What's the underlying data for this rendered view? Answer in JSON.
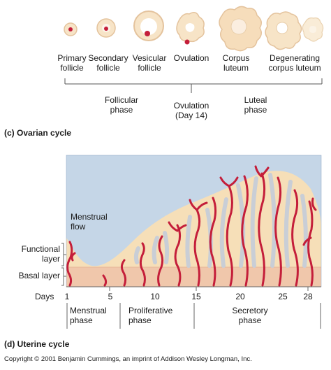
{
  "ovarian": {
    "stages": [
      {
        "line1": "Primary",
        "line2": "follicle"
      },
      {
        "line1": "Secondary",
        "line2": "follicle"
      },
      {
        "line1": "Vesicular",
        "line2": "follicle"
      },
      {
        "line1": "Ovulation",
        "line2": ""
      },
      {
        "line1": "Corpus",
        "line2": "luteum"
      },
      {
        "line1": "Degenerating",
        "line2": "corpus luteum"
      }
    ],
    "phases": [
      {
        "line1": "Follicular",
        "line2": "phase"
      },
      {
        "line1": "Ovulation",
        "line2": "(Day 14)"
      },
      {
        "line1": "Luteal",
        "line2": "phase"
      }
    ],
    "caption": "(c) Ovarian cycle"
  },
  "uterine": {
    "flow_label": {
      "line1": "Menstrual",
      "line2": "flow"
    },
    "layer_labels": {
      "functional1": "Functional",
      "functional2": "layer",
      "basal": "Basal layer"
    },
    "days_label": "Days",
    "days": [
      "1",
      "5",
      "10",
      "15",
      "20",
      "25",
      "28"
    ],
    "phases": [
      {
        "line1": "Menstrual",
        "line2": "phase"
      },
      {
        "line1": "Proliferative",
        "line2": "phase"
      },
      {
        "line1": "Secretory",
        "line2": "phase"
      }
    ],
    "caption": "(d) Uterine cycle"
  },
  "copyright": "Copyright © 2001 Benjamin Cummings, an imprint of Addison Wesley Longman, Inc.",
  "colors": {
    "sky": "#c5d6e7",
    "endometrium": "#f6dfb8",
    "basal": "#f0c7ab",
    "vessel": "#c41e3a",
    "gland": "#c9ced6",
    "follicle": "#f7e4c7",
    "follicle_edge": "#e4c39d"
  }
}
